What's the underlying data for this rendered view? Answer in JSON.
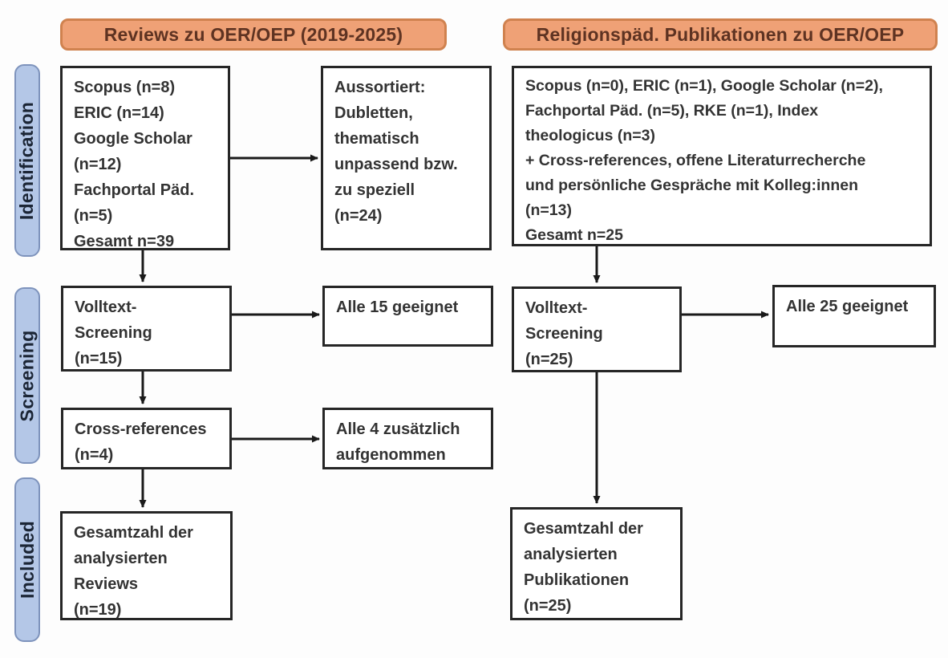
{
  "title": "PRISMA-Flussdiagramm Literaturrecherche OER/OEP",
  "colors": {
    "header_fill": "#EFA176",
    "header_border": "#D0824F",
    "header_text": "#5E3322",
    "stage_fill": "#B4C7E7",
    "stage_border": "#7E93BC",
    "stage_text": "#1B2535",
    "box_border": "#262626",
    "box_text": "#333333",
    "arrow": "#1A1A1A"
  },
  "headers": {
    "left": "Reviews zu OER/OEP (2019-2025)",
    "right": "Religionspäd. Publikationen zu OER/OEP"
  },
  "stages": {
    "identification": "Identification",
    "screening": "Screening",
    "included": "Included"
  },
  "left_column": {
    "sources": "Scopus (n=8)\nERIC (n=14)\nGoogle Scholar\n(n=12)\nFachportal Päd.\n(n=5)\nGesamt n=39",
    "excluded": "Aussortiert:\nDubletten,\nthematisch\nunpassend bzw.\nzu speziell\n(n=24)",
    "fulltext_screening": "Volltext-\nScreening\n(n=15)",
    "eligible": "Alle 15 geeignet",
    "cross_references": "Cross-references\n(n=4)",
    "added": "Alle 4 zusätzlich\naufgenommen",
    "total": "Gesamtzahl der\nanalysierten\nReviews\n(n=19)"
  },
  "right_column": {
    "sources": "Scopus (n=0), ERIC (n=1), Google Scholar (n=2),\nFachportal Päd. (n=5), RKE (n=1), Index\ntheologicus (n=3)\n+ Cross-references, offene Literaturrecherche\nund persönliche Gespräche mit Kolleg:innen\n(n=13)\nGesamt n=25",
    "fulltext_screening": "Volltext-\nScreening\n(n=25)",
    "eligible": "Alle 25 geeignet",
    "total": "Gesamtzahl der\nanalysierten\nPublikationen\n(n=25)"
  }
}
